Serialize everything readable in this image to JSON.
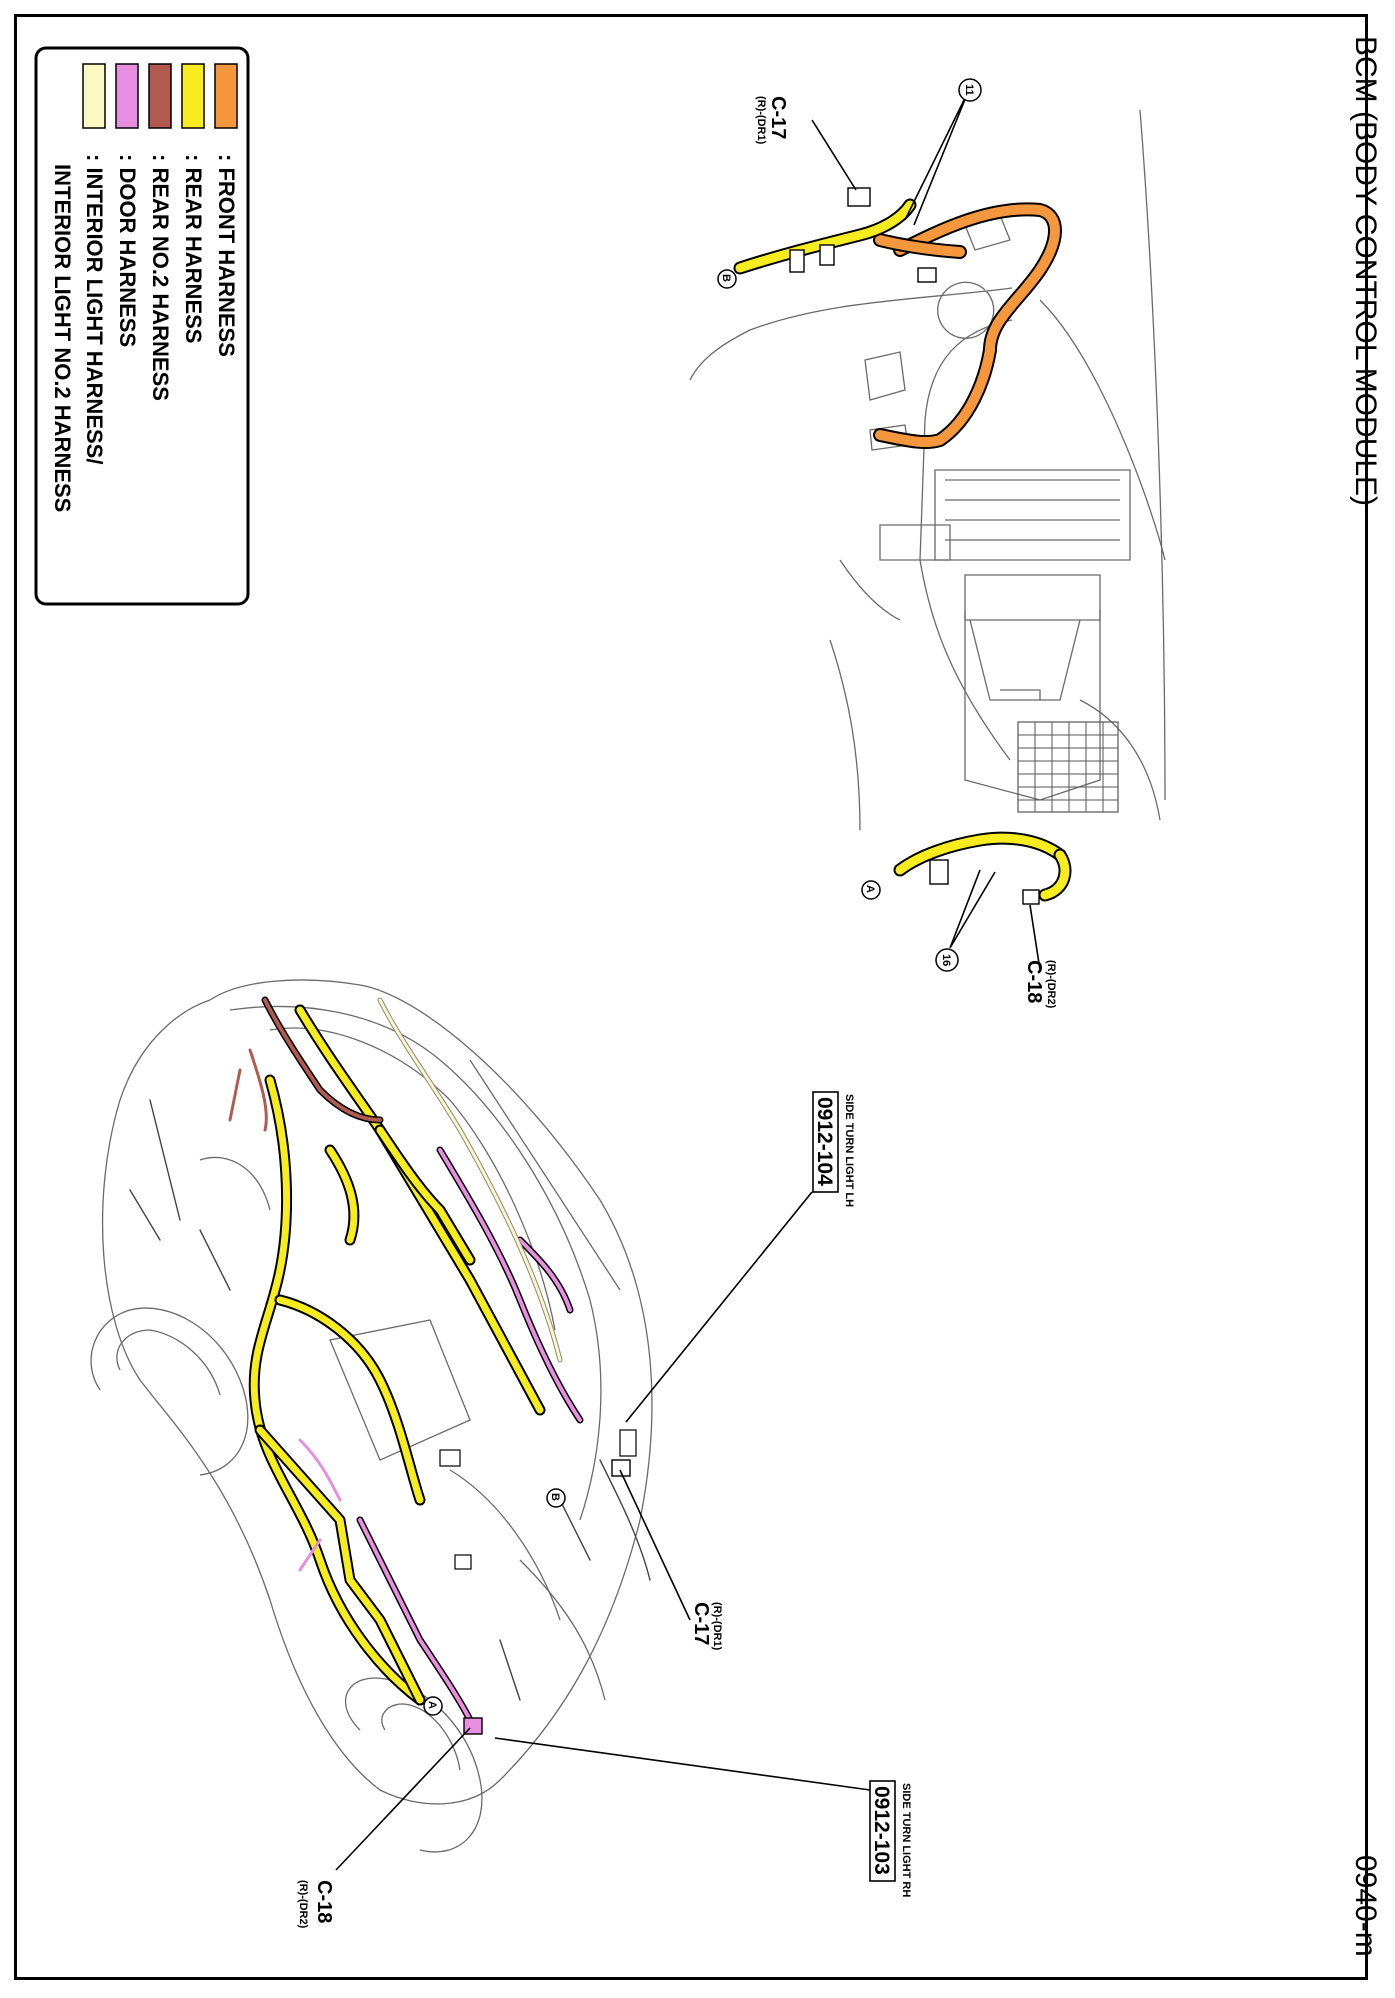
{
  "title": "BCM (BODY CONTROL MODULE)",
  "page_code": "0940-m",
  "legend": [
    {
      "label": ": FRONT HARNESS",
      "color": "#f5973c"
    },
    {
      "label": ": REAR HARNESS",
      "color": "#f7ec1e"
    },
    {
      "label": ": REAR NO.2 HARNESS",
      "color": "#b35a50"
    },
    {
      "label": ": DOOR HARNESS",
      "color": "#e88ee0"
    },
    {
      "label": ": INTERIOR LIGHT HARNESS/",
      "color": "#fbf8c4"
    },
    {
      "label": "INTERIOR LIGHT NO.2 HARNESS",
      "color": ""
    }
  ],
  "top_view": {
    "c17_label": "C-17",
    "c17_sub": "(R)-(DR1)",
    "c18_label": "C-18",
    "c18_sub": "(R)-(DR2)",
    "callout_11": "11",
    "callout_16": "16",
    "ref_a": "A",
    "ref_b": "B"
  },
  "car_view": {
    "c17_label": "C-17",
    "c17_sub": "(R)-(DR1)",
    "c18_label": "C-18",
    "c18_sub": "(R)-(DR2)",
    "ref_a": "A",
    "ref_b": "B",
    "lh_caption": "SIDE TURN LIGHT LH",
    "lh_ref": "0912-104",
    "rh_caption": "SIDE TURN LIGHT RH",
    "rh_ref": "0912-103"
  }
}
